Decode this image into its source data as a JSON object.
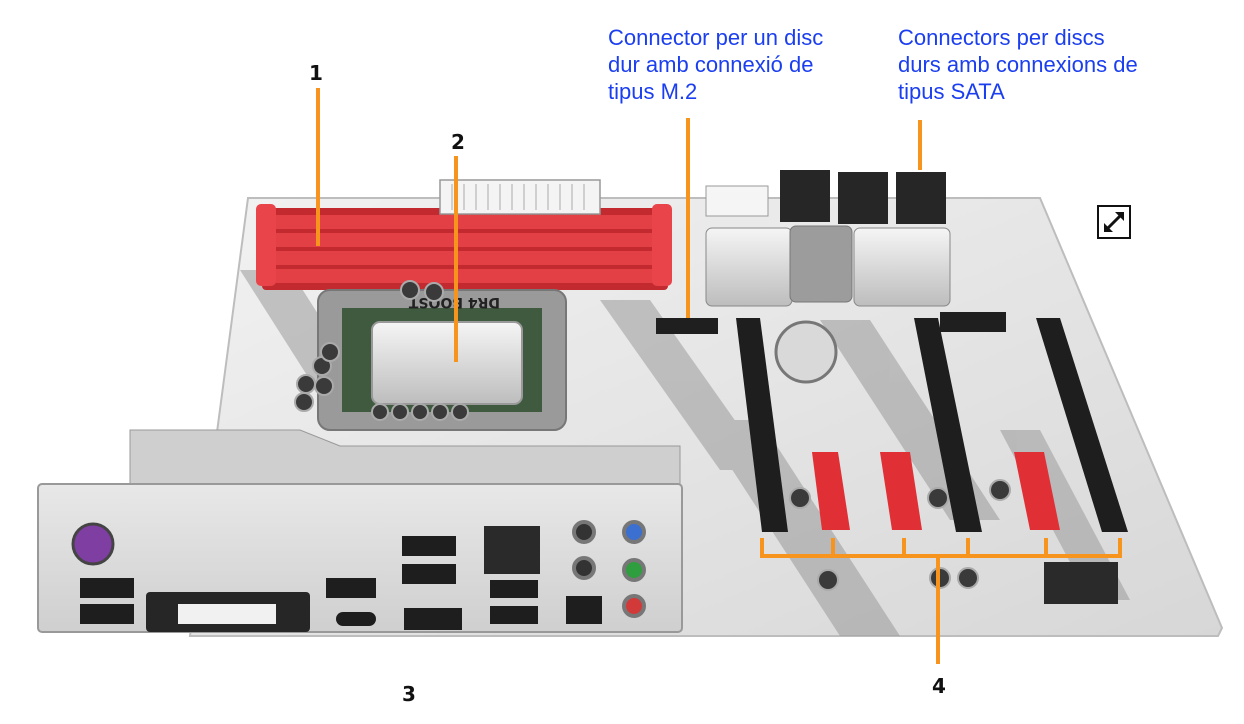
{
  "labels": {
    "n1": "1",
    "n2": "2",
    "n3": "3",
    "n4": "4"
  },
  "callouts": {
    "m2": [
      "Connector per un disc",
      "dur amb connexió de",
      "tipus M.2"
    ],
    "sata": [
      "Connectors per discs",
      "durs amb connexions de",
      "tipus SATA"
    ]
  },
  "board_text": "DR4 BOOST",
  "icons": {
    "expand": "expand-arrows-icon"
  },
  "colors": {
    "callout_text": "#1a3ef0",
    "leader_line": "#f7941d",
    "ram_red": "#d8363a",
    "board_white": "#e9e9e9"
  }
}
